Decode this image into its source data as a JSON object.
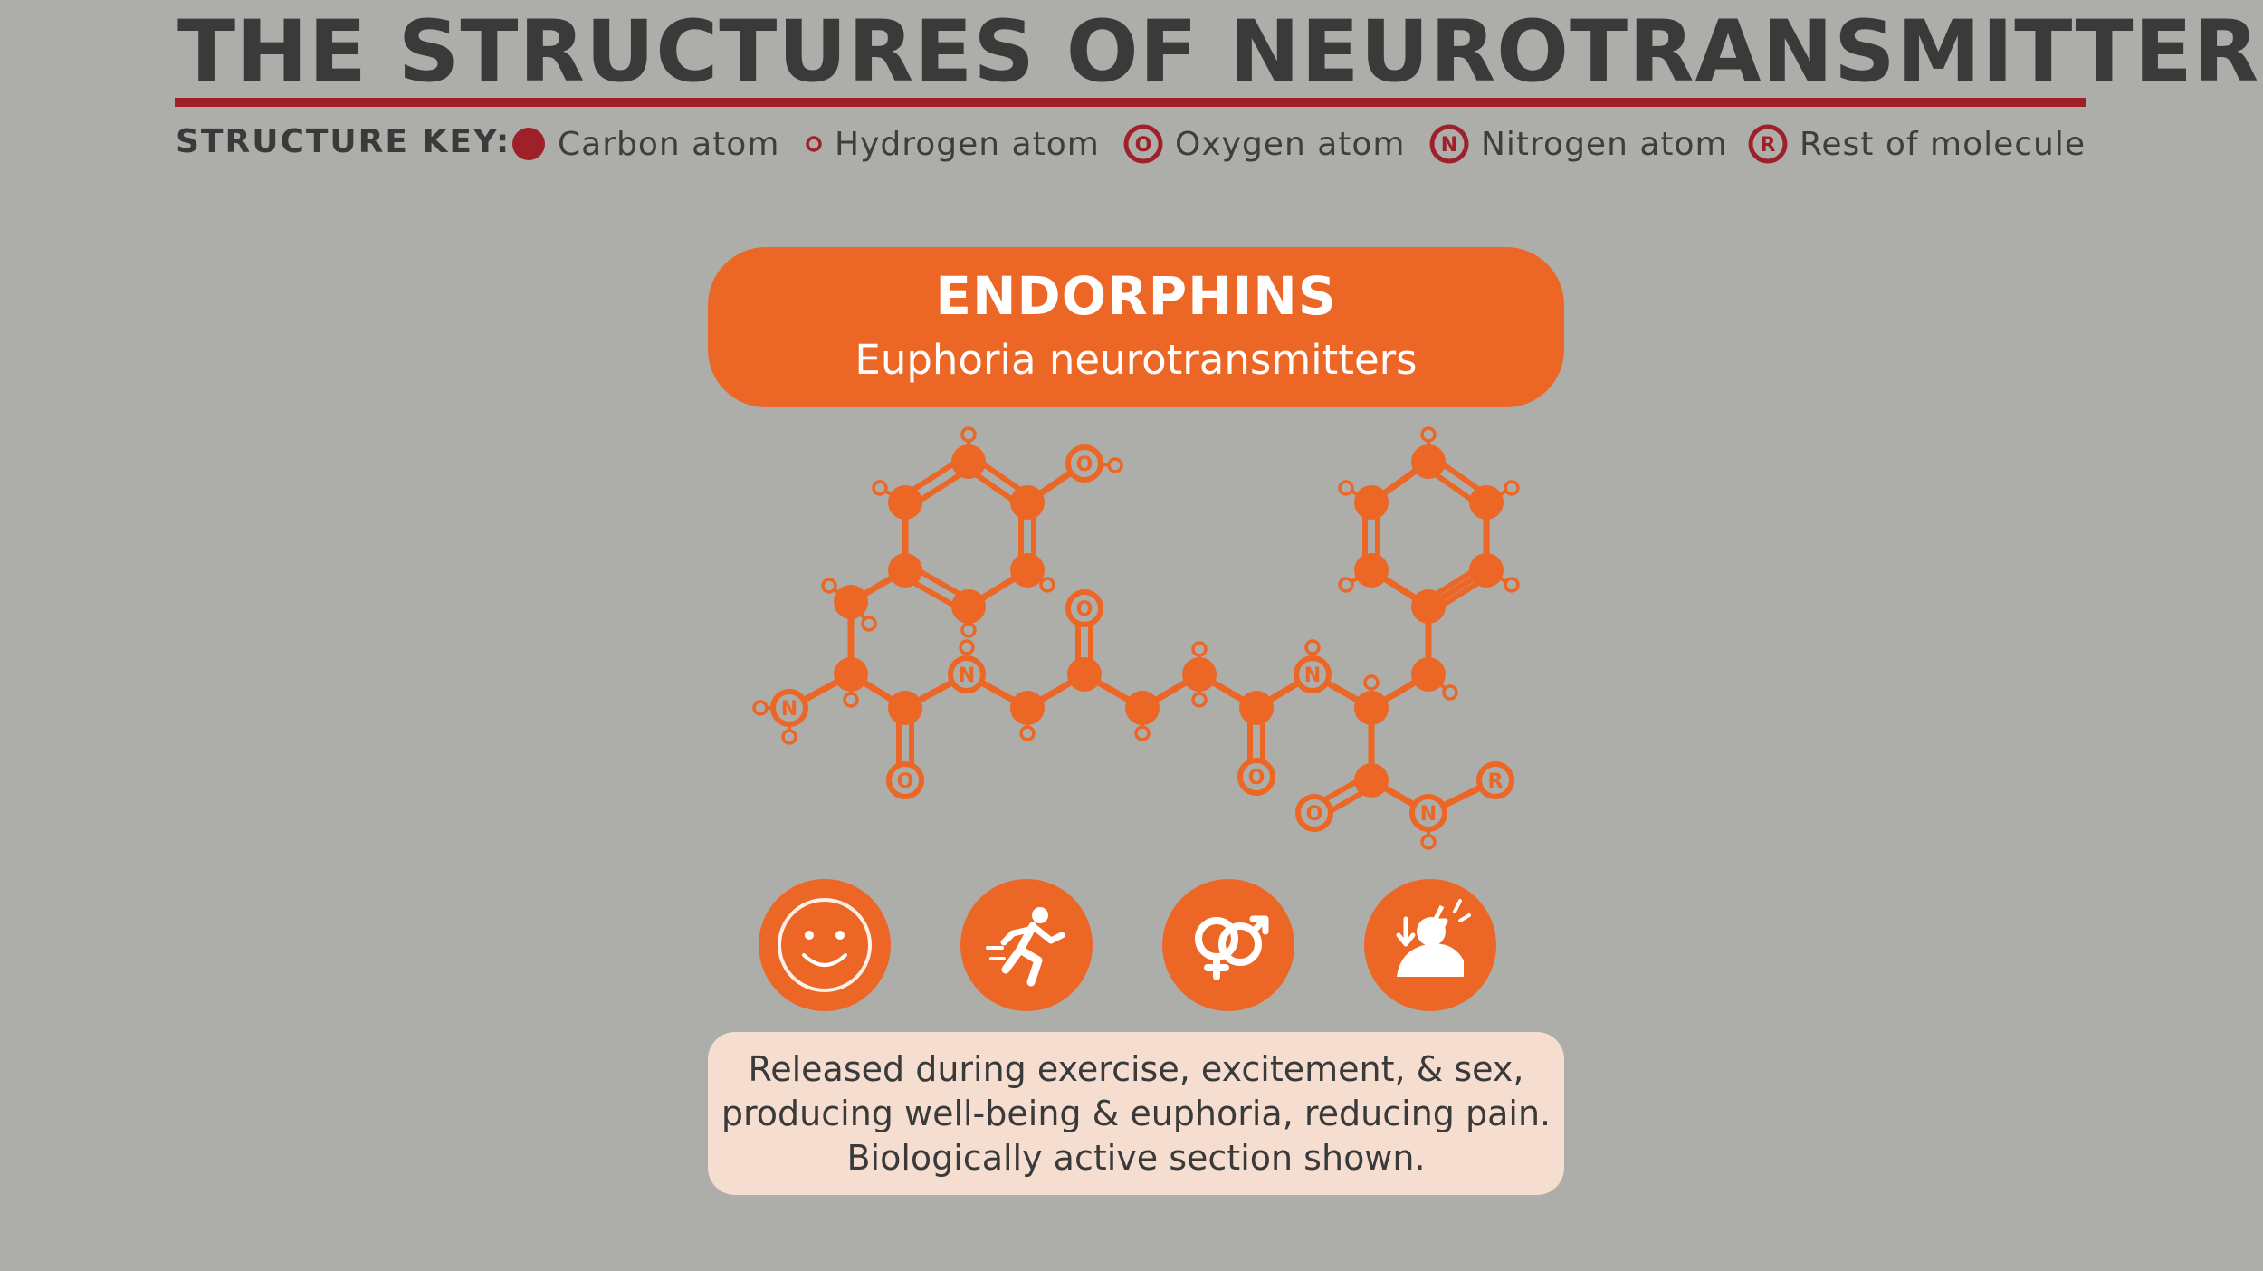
{
  "title": "THE STRUCTURES OF NEUROTRANSMITTERS",
  "structure_key": {
    "label": "STRUCTURE KEY:",
    "items": [
      {
        "symbol": "",
        "text": "Carbon atom"
      },
      {
        "symbol": "",
        "text": "Hydrogen atom"
      },
      {
        "symbol": "O",
        "text": "Oxygen atom"
      },
      {
        "symbol": "N",
        "text": "Nitrogen atom"
      },
      {
        "symbol": "R",
        "text": "Rest of molecule"
      }
    ]
  },
  "card": {
    "title": "ENDORPHINS",
    "subtitle": "Euphoria neurotransmitters",
    "description": "Released during exercise, excitement, & sex, producing well-being & euphoria, reducing pain. Biologically active section shown.",
    "icons": [
      "smiley-face-icon",
      "running-person-icon",
      "gender-symbols-icon",
      "pain-relief-icon"
    ]
  },
  "molecule_labels": {
    "oxygen": "O",
    "nitrogen": "N",
    "rest": "R"
  },
  "colors": {
    "background": "#adadaa",
    "title_text": "#3a3a3a",
    "accent_red": "#a0202a",
    "orange": "#ec6625",
    "description_bg": "#f5ddd0"
  }
}
